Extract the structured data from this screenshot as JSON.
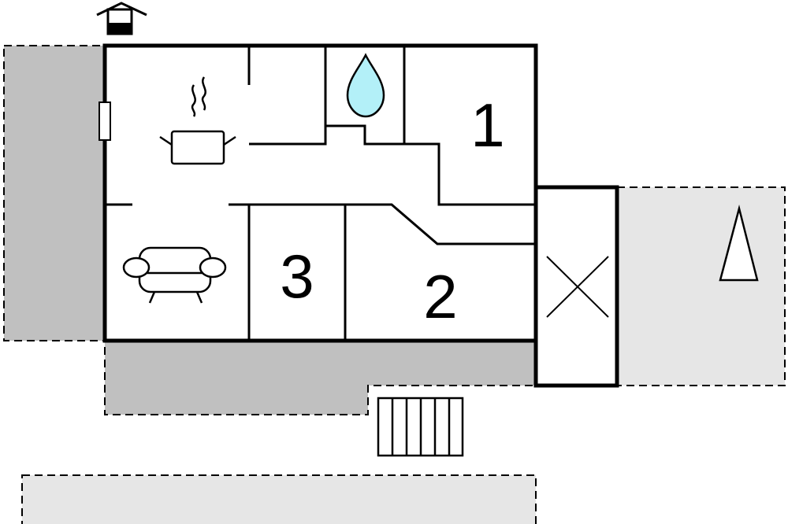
{
  "rooms": [
    {
      "label": "1"
    },
    {
      "label": "2"
    },
    {
      "label": "3"
    }
  ],
  "symbols": {
    "well": "well-icon",
    "kitchen": "cooking-pot-icon",
    "bathroom": "water-drop-icon",
    "living_room": "sofa-icon",
    "stairs": "stairs-icon",
    "open_space": "cross-icon",
    "garden": "tree-icon"
  },
  "colors": {
    "terrace_dark": "#c0c0c0",
    "terrace_light": "#e6e6e6",
    "water": "#b3f0f8",
    "wall": "#000000"
  }
}
